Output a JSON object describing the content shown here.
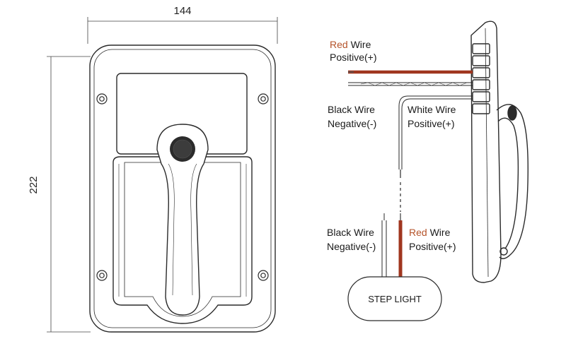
{
  "dimensions": {
    "width": "144",
    "height": "222"
  },
  "labels": {
    "red_wire_top": {
      "color_word": "Red",
      "rest": " Wire",
      "polarity": "Positive(+)"
    },
    "black_wire_top": {
      "line1": "Black Wire",
      "polarity": "Negative(-)"
    },
    "white_wire": {
      "line1": "White Wire",
      "polarity": "Positive(+)"
    },
    "black_wire_bottom": {
      "line1": "Black Wire",
      "polarity": "Negative(-)"
    },
    "red_wire_bottom": {
      "color_word": "Red",
      "rest": " Wire",
      "polarity": "Positive(+)"
    },
    "step_light": "STEP LIGHT"
  },
  "colors": {
    "red_wire": "#a0361f",
    "red_text": "#b5532a",
    "line": "#2a2a2a"
  }
}
